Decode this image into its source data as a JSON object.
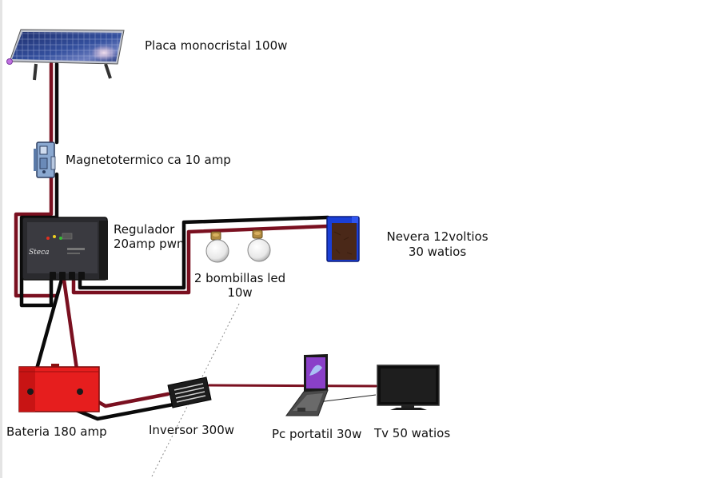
{
  "labels": {
    "panel": "Placa monocristal 100w",
    "breaker": "Magnetotermico ca 10 amp",
    "regulator_line1": "Regulador",
    "regulator_line2": "20amp pwn",
    "bulbs_line1": "2 bombillas led",
    "bulbs_line2": "10w",
    "fridge_line1": "Nevera 12voltios",
    "fridge_line2": "30 watios",
    "battery": "Bateria 180 amp",
    "inverter": "Inversor 300w",
    "laptop": "Pc portatil 30w",
    "tv": "Tv 50 watios"
  },
  "regulator_brand": "Steca",
  "colors": {
    "wire_positive": "#7a1020",
    "wire_negative": "#0a0a0a",
    "battery": "#e61e1e",
    "fridge_frame": "#1a3fd6",
    "fridge_body": "#4a2818",
    "panel_cells": "#2b3f8c"
  }
}
